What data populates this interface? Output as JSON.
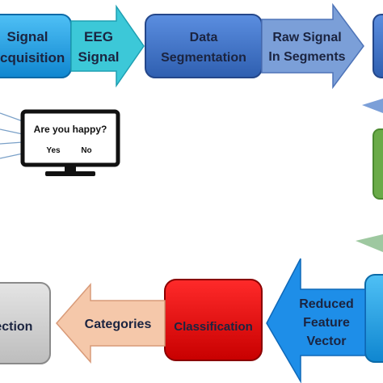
{
  "blocks": {
    "signal_acquisition": {
      "line1": "Signal",
      "line2": "Acquisition"
    },
    "eeg_signal": {
      "line1": "EEG",
      "line2": "Signal"
    },
    "data_segmentation": {
      "line1": "Data",
      "line2": "Segmentation"
    },
    "raw_signal": {
      "line1": "Raw Signal",
      "line2": "In Segments"
    },
    "reduced_feature": {
      "line1": "Reduced",
      "line2": "Feature",
      "line3": "Vector"
    },
    "classification": {
      "label": "Classification"
    },
    "categories": {
      "label": "Categories"
    },
    "detection": {
      "label": "Detection"
    }
  },
  "monitor": {
    "question": "Are you happy?",
    "yes": "Yes",
    "no": "No"
  },
  "colors": {
    "acquisition_blue": "#1ea0e6",
    "arrow_cyan": "#3cc8d8",
    "segmentation_blue": "#3f73c8",
    "raw_arrow_blue": "#7b9fd8",
    "classification_red": "#e01010",
    "categories_peach": "#f5c8aa",
    "detection_gray": "#cfcfcf",
    "reduced_arrow_blue": "#1e8ee8",
    "green_block": "#6aab48"
  }
}
